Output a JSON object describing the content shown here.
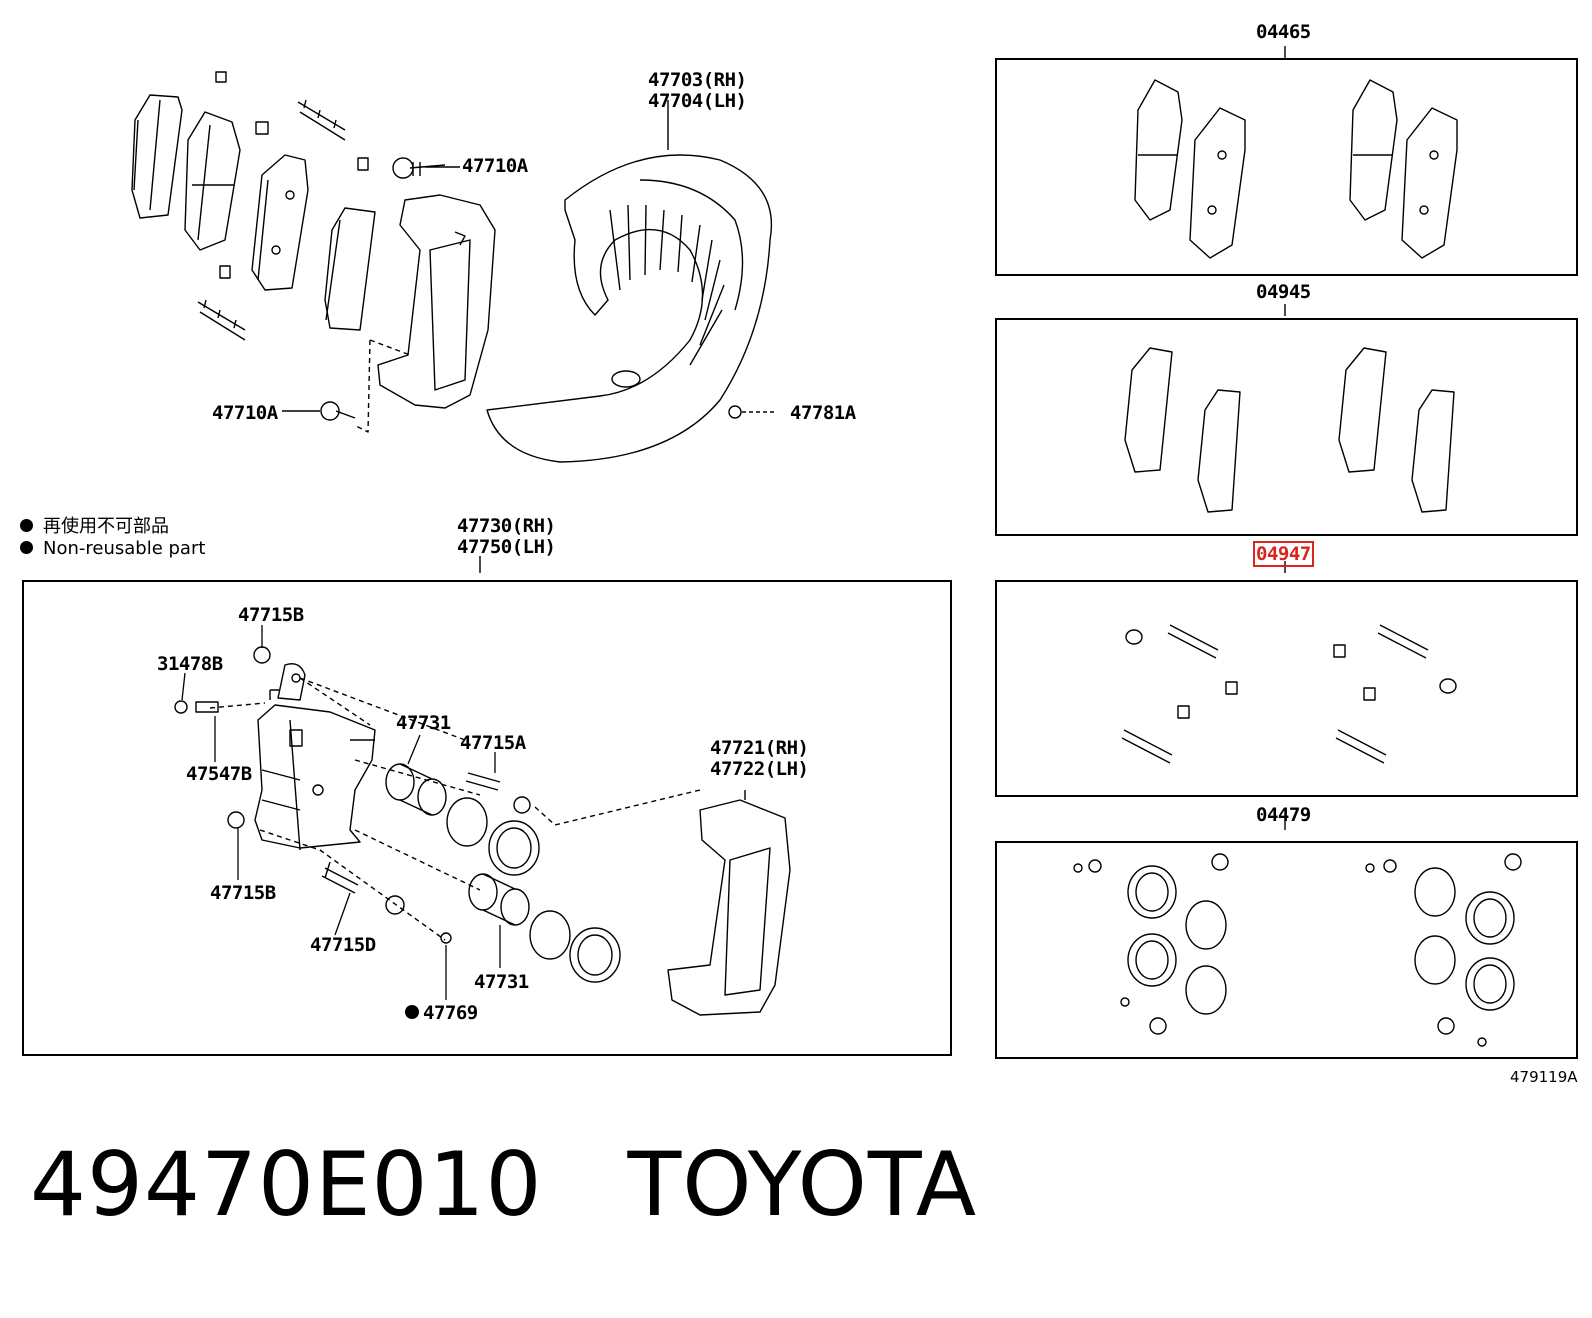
{
  "title": {
    "part_number": "49470E010",
    "brand": "TOYOTA"
  },
  "legend": {
    "line1": "再使用不可部品",
    "line2": "Non-reusable part"
  },
  "reference_code": "479119A",
  "kits": [
    {
      "code": "04465",
      "highlighted": false
    },
    {
      "code": "04945",
      "highlighted": false
    },
    {
      "code": "04947",
      "highlighted": true
    },
    {
      "code": "04479",
      "highlighted": false
    }
  ],
  "top_labels": {
    "shield_rh": "47703(RH)",
    "shield_lh": "47704(LH)",
    "bolt_a_upper": "47710A",
    "bolt_a_lower": "47710A",
    "screw": "47781A"
  },
  "caliper_assembly": {
    "rh": "47730(RH)",
    "lh": "47750(LH)",
    "parts": {
      "p47715B_top": "47715B",
      "p31478B": "31478B",
      "p47547B": "47547B",
      "p47715B_bottom": "47715B",
      "p47715D": "47715D",
      "p47769": "47769",
      "p47731_upper": "47731",
      "p47731_lower": "47731",
      "p47715A": "47715A",
      "mount_rh": "47721(RH)",
      "mount_lh": "47722(LH)"
    }
  },
  "colors": {
    "highlight": "#d9261c",
    "line": "#000000"
  }
}
